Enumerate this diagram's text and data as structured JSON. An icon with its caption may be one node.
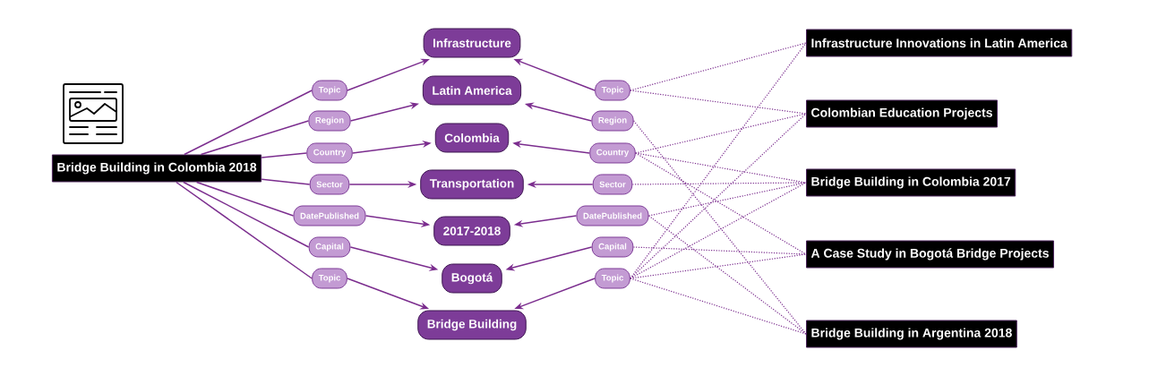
{
  "diagram": {
    "nodes": [
      {
        "text": [
          "Bridge Building in Colombia 2018"
        ]
      },
      {
        "text": [
          "Topic"
        ]
      },
      {
        "text": [
          "Region"
        ]
      },
      {
        "text": [
          "Country"
        ]
      },
      {
        "text": [
          "Sector"
        ]
      },
      {
        "text": [
          "DatePublished"
        ]
      },
      {
        "text": [
          "Capital"
        ]
      },
      {
        "text": [
          "Topic"
        ]
      },
      {
        "text": [
          "Infrastructure"
        ]
      },
      {
        "text": [
          "Latin America"
        ]
      },
      {
        "text": [
          "Colombia"
        ]
      },
      {
        "text": [
          "Transportation"
        ]
      },
      {
        "text": [
          "2017-2018"
        ]
      },
      {
        "text": [
          "Bogotá"
        ]
      },
      {
        "text": [
          "Bridge Building"
        ]
      },
      {
        "text": [
          "Topic"
        ]
      },
      {
        "text": [
          "Region"
        ]
      },
      {
        "text": [
          "Country"
        ]
      },
      {
        "text": [
          "Sector"
        ]
      },
      {
        "text": [
          "DatePublished"
        ]
      },
      {
        "text": [
          "Capital"
        ]
      },
      {
        "text": [
          "Topic"
        ]
      },
      {
        "text": [
          "Infrastructure Innovations in Latin America"
        ]
      },
      {
        "text": [
          "Colombian Education Projects"
        ]
      },
      {
        "text": [
          "Bridge Building in Colombia 2017"
        ]
      },
      {
        "text": [
          "A Case Study in Bogotá Bridge Projects"
        ]
      },
      {
        "text": [
          "Bridge Building in Argentina 2018"
        ]
      }
    ],
    "edges": [
      {
        "from": 0,
        "to": 1,
        "arrow": "none"
      },
      {
        "from": 0,
        "to": 2,
        "arrow": "none"
      },
      {
        "from": 0,
        "to": 3,
        "arrow": "none"
      },
      {
        "from": 0,
        "to": 4,
        "arrow": "none"
      },
      {
        "from": 0,
        "to": 5,
        "arrow": "none"
      },
      {
        "from": 0,
        "to": 6,
        "arrow": "none"
      },
      {
        "from": 0,
        "to": 7,
        "arrow": "none"
      },
      {
        "from": 1,
        "to": 8,
        "arrow": "to"
      },
      {
        "from": 2,
        "to": 9,
        "arrow": "to"
      },
      {
        "from": 3,
        "to": 10,
        "arrow": "to"
      },
      {
        "from": 4,
        "to": 11,
        "arrow": "to"
      },
      {
        "from": 5,
        "to": 12,
        "arrow": "to"
      },
      {
        "from": 6,
        "to": 13,
        "arrow": "to"
      },
      {
        "from": 7,
        "to": 14,
        "arrow": "to"
      },
      {
        "from": 15,
        "to": 8,
        "arrow": "to"
      },
      {
        "from": 16,
        "to": 9,
        "arrow": "to"
      },
      {
        "from": 17,
        "to": 10,
        "arrow": "to"
      },
      {
        "from": 18,
        "to": 11,
        "arrow": "to"
      },
      {
        "from": 19,
        "to": 12,
        "arrow": "to"
      },
      {
        "from": 20,
        "to": 13,
        "arrow": "to"
      },
      {
        "from": 21,
        "to": 14,
        "arrow": "to"
      },
      {
        "from": 15,
        "to": 22,
        "arrow": "none",
        "style": "dashed"
      },
      {
        "from": 15,
        "to": 23,
        "arrow": "none",
        "style": "dashed"
      },
      {
        "from": 16,
        "to": 26,
        "arrow": "none",
        "style": "dashed"
      },
      {
        "from": 17,
        "to": 23,
        "arrow": "none",
        "style": "dashed"
      },
      {
        "from": 17,
        "to": 24,
        "arrow": "none",
        "style": "dashed"
      },
      {
        "from": 17,
        "to": 25,
        "arrow": "none",
        "style": "dashed"
      },
      {
        "from": 18,
        "to": 24,
        "arrow": "none",
        "style": "dashed"
      },
      {
        "from": 19,
        "to": 24,
        "arrow": "none",
        "style": "dashed"
      },
      {
        "from": 19,
        "to": 26,
        "arrow": "none",
        "style": "dashed"
      },
      {
        "from": 20,
        "to": 25,
        "arrow": "none",
        "style": "dashed"
      },
      {
        "from": 21,
        "to": 22,
        "arrow": "none",
        "style": "dashed"
      },
      {
        "from": 21,
        "to": 23,
        "arrow": "none",
        "style": "dashed"
      },
      {
        "from": 21,
        "to": 24,
        "arrow": "none",
        "style": "dashed"
      },
      {
        "from": 21,
        "to": 25,
        "arrow": "none",
        "style": "dashed"
      },
      {
        "from": 21,
        "to": 26,
        "arrow": "none",
        "style": "dashed"
      }
    ]
  }
}
